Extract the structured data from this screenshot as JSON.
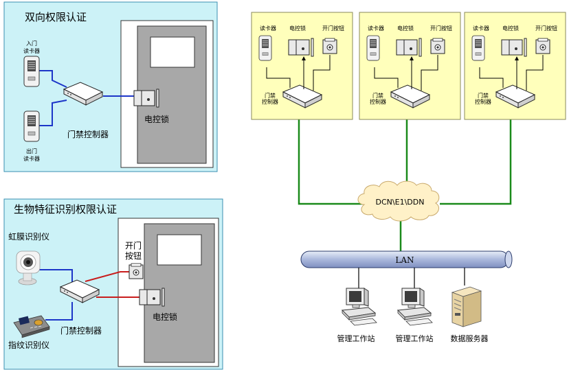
{
  "panel_dual": {
    "title": "双向权限认证",
    "entry_reader": [
      "入门",
      "读卡器"
    ],
    "exit_reader": [
      "出门",
      "读卡器"
    ],
    "controller": "门禁控制器",
    "lock": "电控锁"
  },
  "panel_bio": {
    "title": "生物特征识别权限认证",
    "iris": "虹膜识别仪",
    "fingerprint": "指纹识别仪",
    "open_button": [
      "开门",
      "按钮"
    ],
    "controller": "门禁控制器",
    "lock": "电控锁"
  },
  "network": {
    "sites": [
      {
        "reader": "读卡器",
        "lock": "电控锁",
        "button": "开门按钮",
        "controller": [
          "门禁",
          "控制器"
        ]
      },
      {
        "reader": "读卡器",
        "lock": "电控锁",
        "button": "开门按钮",
        "controller": [
          "门禁",
          "控制器"
        ]
      },
      {
        "reader": "读卡器",
        "lock": "电控锁",
        "button": "开门按钮",
        "controller": [
          "门禁",
          "控制器"
        ]
      }
    ],
    "cloud": "DCN\\E1\\DDN",
    "lan": "LAN",
    "stations": [
      "管理工作站",
      "管理工作站"
    ],
    "server": "数据服务器"
  },
  "colors": {
    "panel_fill": "#ccf2f7",
    "site_fill": "#ffffbb",
    "green_line": "#1a8a1a",
    "blue_line": "#1c35c8",
    "red_line": "#c81c1c",
    "door_fill": "#a8a8a8",
    "cloud_fill": "#fff1c8",
    "lan_fill": "#aab8dc"
  }
}
